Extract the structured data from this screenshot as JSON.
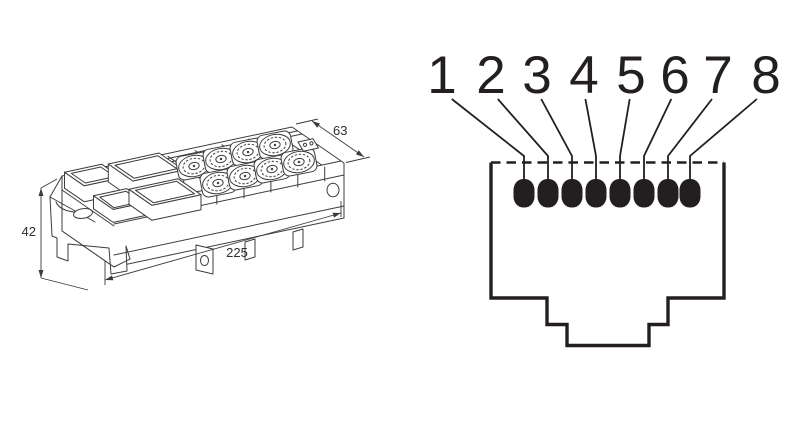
{
  "colors": {
    "ink": "#231f20",
    "drawing_line": "#3c3c3c",
    "background": "#ffffff"
  },
  "module_drawing": {
    "description": "isometric line drawing of 8-port M12 fieldbus module",
    "dimensions": {
      "depth": "63",
      "height": "42",
      "length": "225"
    }
  },
  "pinout": {
    "description": "RJ45 jack front view with 8 contacts",
    "pin_labels": [
      "1",
      "2",
      "3",
      "4",
      "5",
      "6",
      "7",
      "8"
    ]
  }
}
